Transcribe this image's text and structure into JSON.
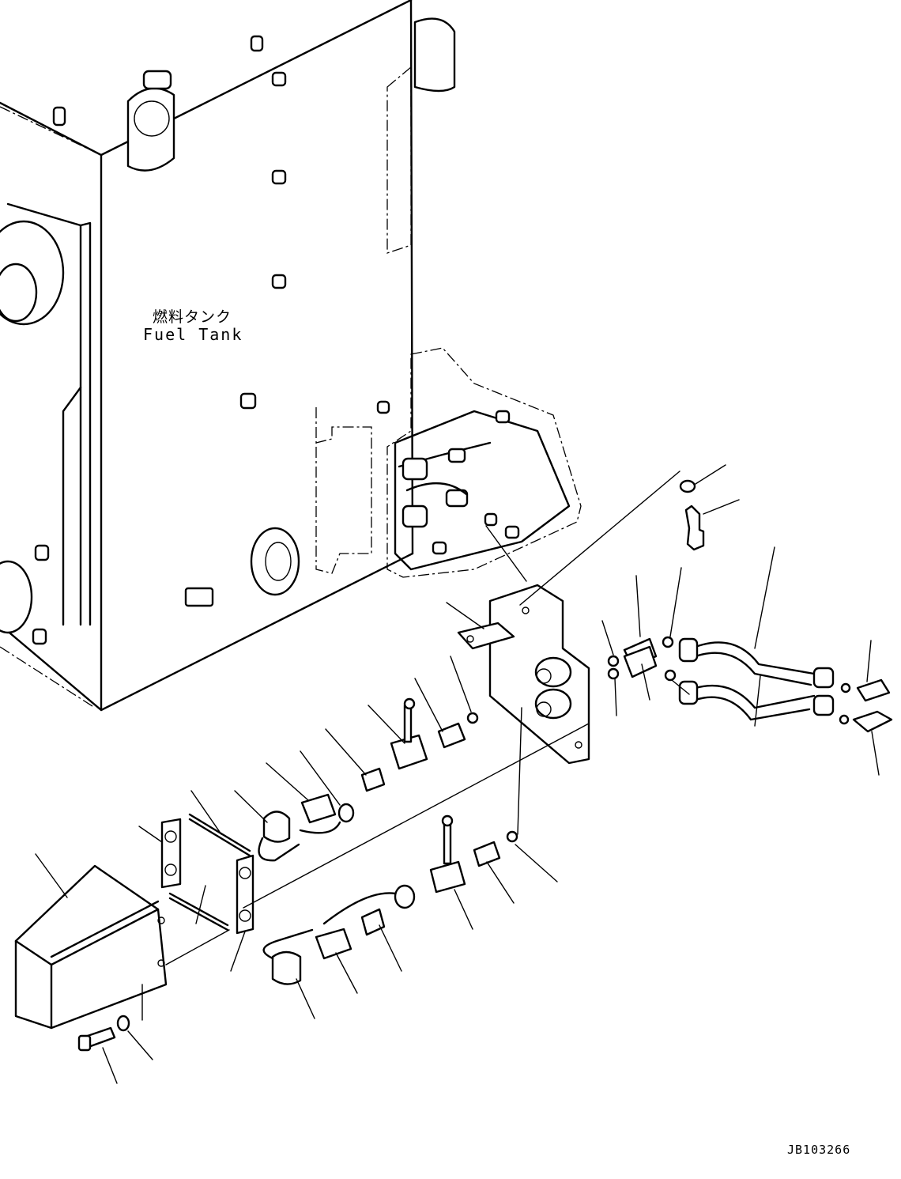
{
  "tank_label": {
    "japanese": "燃料タンク",
    "english": "Fuel Tank"
  },
  "drawing_code": "JB103266"
}
